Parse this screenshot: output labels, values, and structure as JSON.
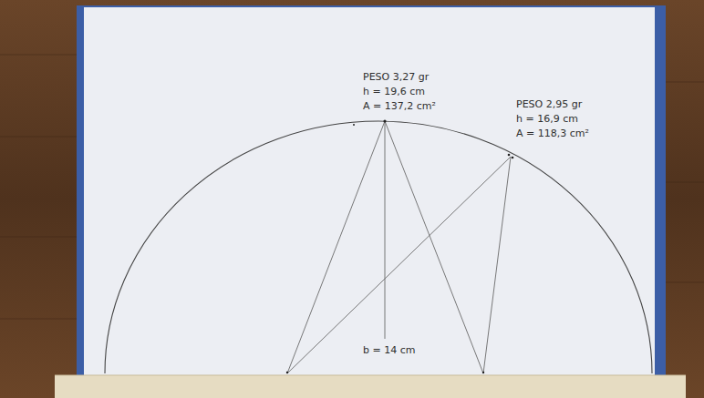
{
  "diagram": {
    "labels": [
      "PESO 3,27 gr",
      "h = 19,6 cm",
      "A = 137,2 cm²",
      "PESO 2,95 gr",
      "h = 16,9 cm",
      "A = 118,3 cm²",
      "b = 14 cm"
    ]
  }
}
